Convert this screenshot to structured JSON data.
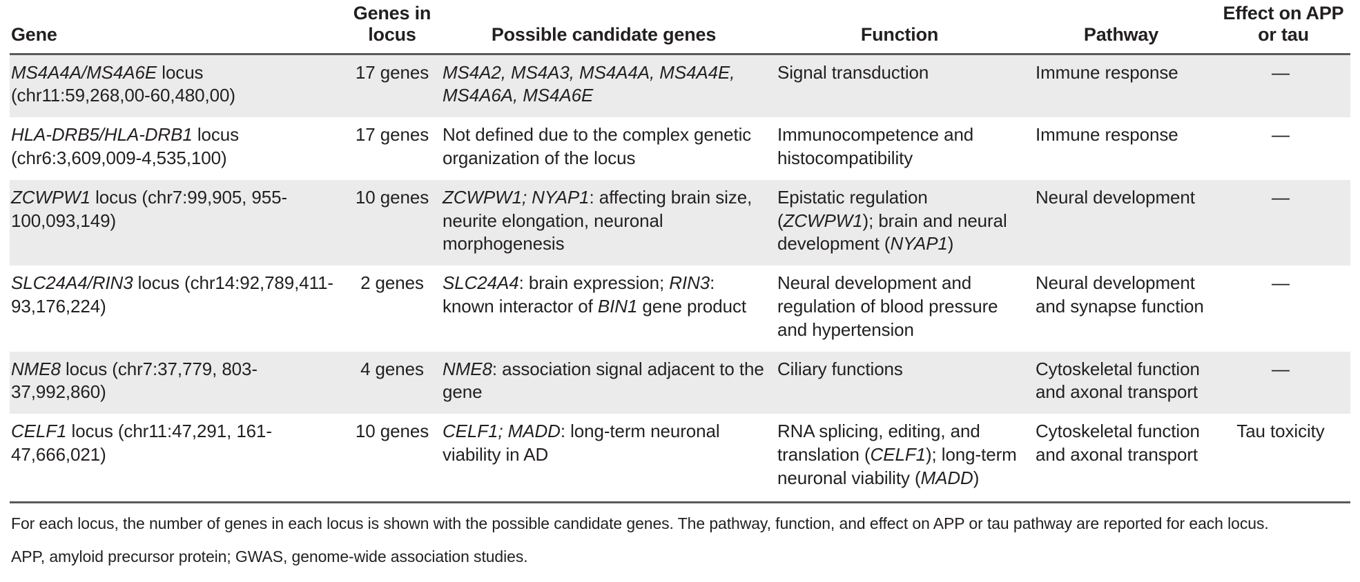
{
  "table": {
    "headers": [
      {
        "label": "Gene",
        "name": "gene"
      },
      {
        "label": "Genes in locus",
        "name": "genes-in-locus"
      },
      {
        "label": "Possible candidate genes",
        "name": "possible-candidate-genes"
      },
      {
        "label": "Function",
        "name": "function"
      },
      {
        "label": "Pathway",
        "name": "pathway"
      },
      {
        "label": "Effect on APP or tau",
        "name": "effect-on-app-or-tau"
      }
    ],
    "rows": [
      {
        "gene_italic": "MS4A4A/MS4A6E",
        "gene_rest": " locus (chr11:59,268,00-60,480,00)",
        "genes_in_locus": "17 genes",
        "candidates_italic": "MS4A2, MS4A3, MS4A4A, MS4A4E, MS4A6A, MS4A6E",
        "candidates_rest": "",
        "function": "Signal transduction",
        "pathway": "Immune response",
        "effect": "—"
      },
      {
        "gene_italic": "HLA-DRB5/HLA-DRB1",
        "gene_rest": " locus (chr6:3,609,009-4,535,100)",
        "genes_in_locus": "17 genes",
        "candidates_italic": "",
        "candidates_rest": "Not defined due to the complex genetic organization of the locus",
        "function": "Immunocompetence and histocompatibility",
        "pathway": "Immune response",
        "effect": "—"
      },
      {
        "gene_italic": "ZCWPW1",
        "gene_rest": " locus (chr7:99,905, 955-100,093,149)",
        "genes_in_locus": "10 genes",
        "candidates_italic": "ZCWPW1; NYAP1",
        "candidates_rest": ": affecting brain size, neurite elongation, neuronal morphogenesis",
        "function": "Epistatic regulation (ZCWPW1); brain and neural development (NYAP1)",
        "function_parts": [
          {
            "text": "Epistatic regulation (",
            "italic": false
          },
          {
            "text": "ZCWPW1",
            "italic": true
          },
          {
            "text": "); brain and neural development (",
            "italic": false
          },
          {
            "text": "NYAP1",
            "italic": true
          },
          {
            "text": ")",
            "italic": false
          }
        ],
        "pathway": "Neural development",
        "effect": "—"
      },
      {
        "gene_italic": "SLC24A4/RIN3",
        "gene_rest": " locus (chr14:92,789,411-93,176,224)",
        "genes_in_locus": "2 genes",
        "candidates_parts": [
          {
            "text": "SLC24A4",
            "italic": true
          },
          {
            "text": ": brain expression; ",
            "italic": false
          },
          {
            "text": "RIN3",
            "italic": true
          },
          {
            "text": ": known interactor of ",
            "italic": false
          },
          {
            "text": "BIN1",
            "italic": true
          },
          {
            "text": " gene product",
            "italic": false
          }
        ],
        "function": "Neural development and regulation of blood pressure and hypertension",
        "pathway": "Neural development and synapse function",
        "effect": "—"
      },
      {
        "gene_italic": "NME8",
        "gene_rest": " locus (chr7:37,779, 803-37,992,860)",
        "genes_in_locus": "4 genes",
        "candidates_parts": [
          {
            "text": "NME8",
            "italic": true
          },
          {
            "text": ": association signal adjacent to the gene",
            "italic": false
          }
        ],
        "function": "Ciliary functions",
        "pathway": "Cytoskeletal function and axonal transport",
        "effect": "—"
      },
      {
        "gene_italic": "CELF1",
        "gene_rest": " locus (chr11:47,291, 161-47,666,021)",
        "genes_in_locus": "10 genes",
        "candidates_parts": [
          {
            "text": "CELF1; MADD",
            "italic": true
          },
          {
            "text": ": long-term neuronal viability in AD",
            "italic": false
          }
        ],
        "function_parts": [
          {
            "text": "RNA splicing, editing, and translation (",
            "italic": false
          },
          {
            "text": "CELF1",
            "italic": true
          },
          {
            "text": "); long-term neuronal viability (",
            "italic": false
          },
          {
            "text": "MADD",
            "italic": true
          },
          {
            "text": ")",
            "italic": false
          }
        ],
        "pathway": "Cytoskeletal function and axonal transport",
        "effect": "Tau toxicity"
      }
    ]
  },
  "footnotes": [
    "For each locus, the number of genes in each locus is shown with the possible candidate genes. The pathway, function, and effect on APP or tau pathway are reported for each locus.",
    "APP, amyloid precursor protein; GWAS, genome-wide association studies."
  ]
}
